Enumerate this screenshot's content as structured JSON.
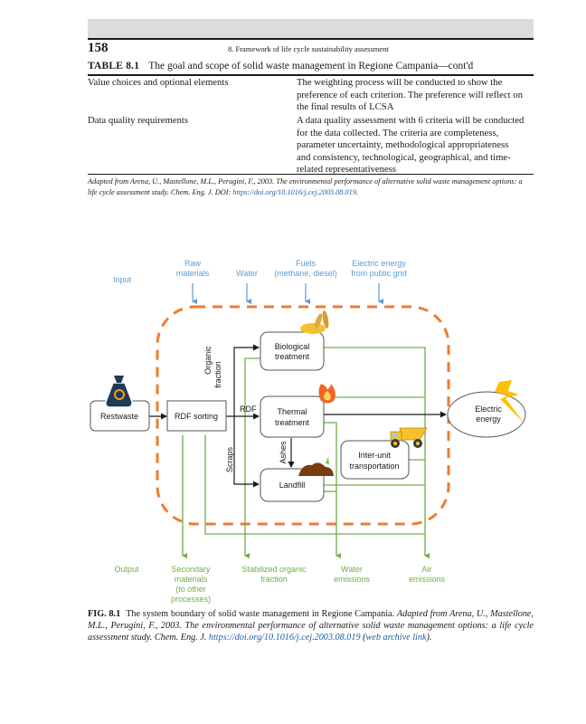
{
  "page": {
    "number": "158",
    "running_head": "8. Framework of life cycle sustainability assessment"
  },
  "table": {
    "label": "TABLE 8.1",
    "title": "The goal and scope of solid waste management in Regione Campania—cont'd",
    "rows": [
      {
        "key": "Value choices and optional elements",
        "value_lines": [
          "The weighting process will be conducted to show the",
          "preference of each criterion. The preference will reflect on",
          "the final results of LCSA"
        ]
      },
      {
        "key": "Data quality requirements",
        "value_lines": [
          "A data quality assessment with 6 criteria will be conducted",
          "for the data collected. The criteria are completeness,",
          "parameter uncertainty, methodological appropriateness",
          "and consistency, technological, geographical, and time-",
          "related representativeness"
        ]
      }
    ],
    "source_text": "Adapted from Arena, U., Mastellone, M.L., Perugini, F., 2003. The environmental performance of alternative solid waste management options: a life cycle assessment study. Chem. Eng. J. DOI: ",
    "source_link": "https://doi.org/10.1016/j.cej.2003.08.019",
    "source_end": "."
  },
  "diagram": {
    "colors": {
      "input": "#5b9bd5",
      "output": "#70ad47",
      "boundary": "#ed7d31",
      "flow": "#1a1a1a",
      "bolt": "#ffc000"
    },
    "input_heading": "Input",
    "inputs": [
      {
        "lines": [
          "Raw",
          "materials"
        ]
      },
      {
        "lines": [
          "Water"
        ]
      },
      {
        "lines": [
          "Fuels",
          "(methane, diesel)"
        ]
      },
      {
        "lines": [
          "Electric energy",
          "from public grid"
        ]
      }
    ],
    "nodes": {
      "restwaste": "Restwaste",
      "rdf_sorting": "RDF sorting",
      "biological": [
        "Biological",
        "treatment"
      ],
      "thermal": [
        "Thermal",
        "treatment"
      ],
      "landfill": "Landfill",
      "transport": [
        "Inter-unit",
        "transportation"
      ],
      "electric": [
        "Electric",
        "energy"
      ]
    },
    "flow_labels": {
      "organic": [
        "Organic",
        "fraction"
      ],
      "rdf": "RDF",
      "scraps": "Scraps",
      "ashes": "Ashes"
    },
    "icons": {
      "restwaste": "waste-bag-icon",
      "biological": "grain-icon",
      "thermal": "flame-icon",
      "landfill": "soil-pile-icon",
      "transport": "dump-truck-icon",
      "electric": "lightning-bolt-icon"
    },
    "output_heading": "Output",
    "outputs": [
      {
        "lines": [
          "Secondary",
          "materials",
          "(to other",
          "processes)"
        ]
      },
      {
        "lines": [
          "Stabilized organic",
          "fraction"
        ]
      },
      {
        "lines": [
          "Water",
          "emissions"
        ]
      },
      {
        "lines": [
          "Air",
          "emissions"
        ]
      }
    ]
  },
  "figure": {
    "label": "FIG. 8.1",
    "caption": "The system boundary of solid waste management in Regione Campania. ",
    "source_italic": "Adapted from Arena, U., Mastellone, M.L., Perugini, F., 2003. The environmental performance of alternative solid waste management options: a life cycle assessment study. Chem. Eng. J. ",
    "link": "https://doi.org/10.1016/j.cej.2003.08.019",
    "archive_open": " (",
    "archive_link": "web archive link",
    "archive_close": ")."
  }
}
